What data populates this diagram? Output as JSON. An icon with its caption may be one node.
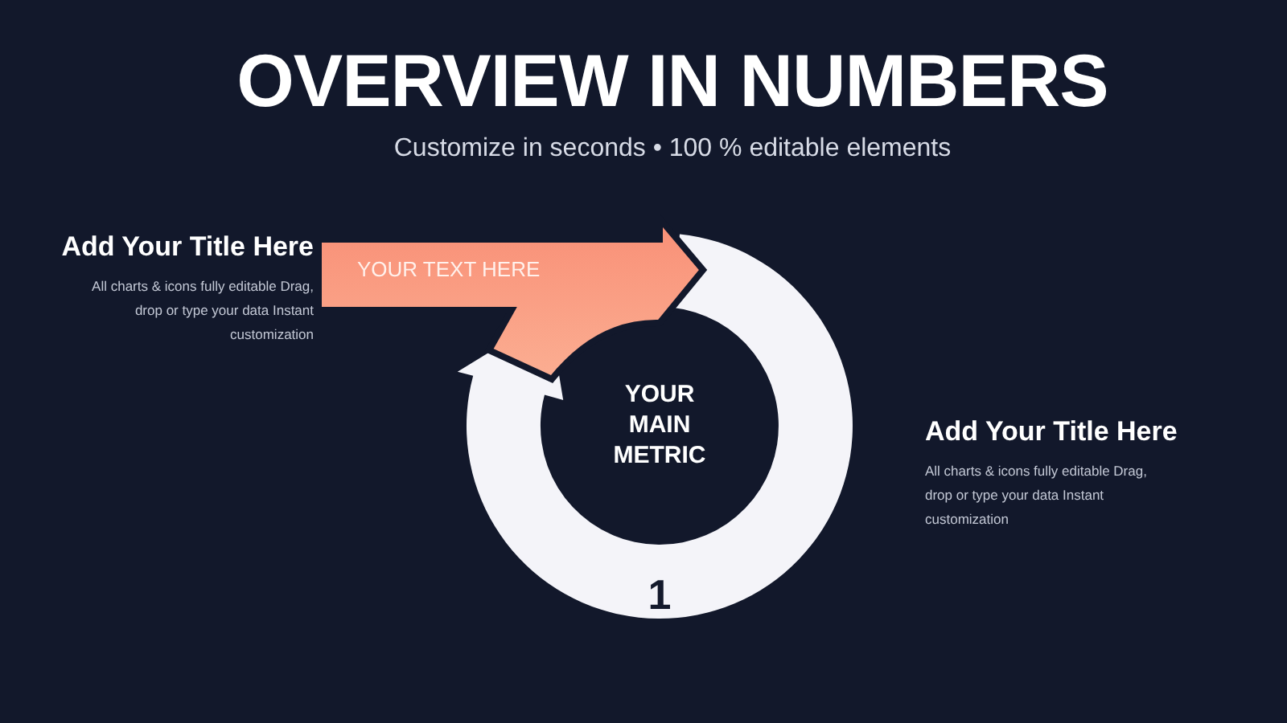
{
  "diagram": {
    "title": "OVERVIEW IN NUMBERS",
    "nodes": [
      {
        "text": [
          "YOUR TEXT HERE"
        ]
      },
      {
        "text": [
          "YOUR MAIN METRIC",
          "1"
        ]
      }
    ],
    "labels": [
      "Customize in seconds • 100 % editable elements",
      "Add Your Title Here",
      "All charts & icons fully editable Drag, drop or type your data Instant customization",
      "Add Your Title Here",
      "All charts & icons fully editable Drag, drop or type your data Instant customization"
    ]
  }
}
